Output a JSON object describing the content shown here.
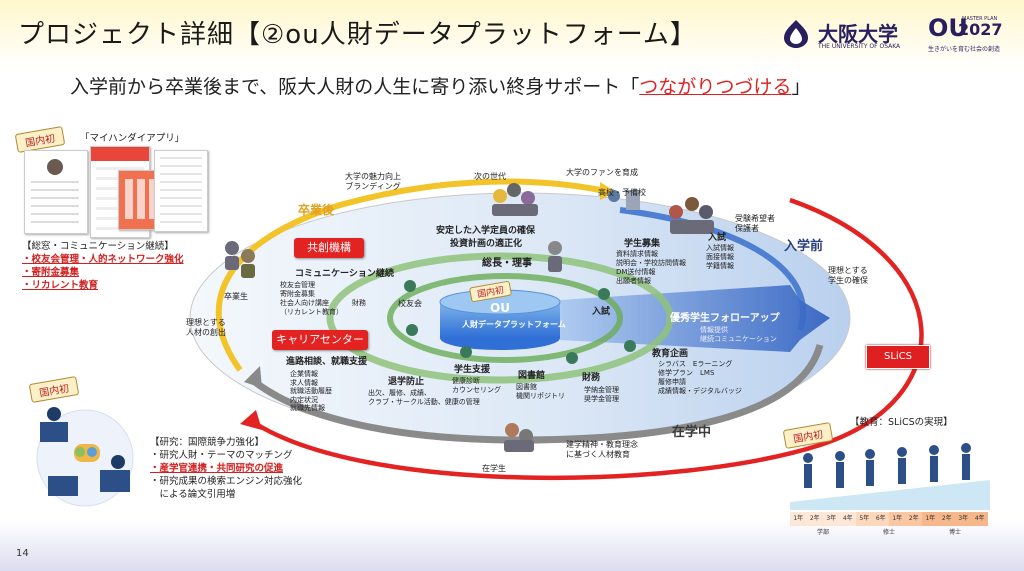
{
  "header": {
    "title": "プロジェクト詳細【②ou人財データプラットフォーム】",
    "logo_name": "大阪大学",
    "logo_sub": "THE UNIVERSITY OF OSAKA",
    "plan_mark": "OU",
    "plan_year": "2027",
    "plan_label": "MASTER PLAN",
    "plan_sub": "生きがいを育む社会の創造"
  },
  "tagline": {
    "prefix": "入学前から卒業後まで、阪大人財の人生に寄り添い終身サポート「",
    "highlight": "つながりつづける",
    "suffix": "」"
  },
  "page_number": "14",
  "left_top": {
    "badge": "国内初",
    "app_label": "「マイハンダイアプリ」",
    "heading": "【総窓・コミュニケーション継続】",
    "items": [
      "・校友会管理・人的ネットワーク強化",
      "・寄附金募集",
      "・リカレント教育"
    ]
  },
  "left_bottom": {
    "badge": "国内初",
    "heading": "【研究：国際競争力強化】",
    "items": [
      "・研究人財・テーマのマッチング",
      "・産学官連携・共同研究の促進",
      "・研究成果の検索エンジン対応強化",
      "　による論文引用増"
    ]
  },
  "right_bottom": {
    "badge": "国内初",
    "heading": "【教育：SLiCSの実現】",
    "years": [
      "1年",
      "2年",
      "3年",
      "4年",
      "5年",
      "6年",
      "1年",
      "2年",
      "1年",
      "2年",
      "3年",
      "4年"
    ],
    "stages": [
      "学部",
      "修士",
      "博士"
    ]
  },
  "diagram": {
    "center_title": "OU",
    "center_sub": "人財データプラットフォーム",
    "center_badge": "国内初",
    "phase_grad": "卒業後",
    "phase_pre": "入学前",
    "phase_now": "在学中",
    "kyoso": "共創機構",
    "career": "キャリアセンター",
    "slics": "SLiCS",
    "top_attract": "大学の魅力向上\nブランディング",
    "top_next": "次の世代",
    "top_fans": "大学のファンを育成",
    "top_school": "高校・予備校",
    "top_applicants": "受験希望者\n保護者",
    "pre_ideal": "理想とする\n学生の確保",
    "secure": "安定した入学定員の確保",
    "plan": "投資計画の適正化",
    "president": "総長・理事",
    "recruit": "学生募集",
    "recruit_items": "資料請求情報\n説明会・学校訪問情報\nDM送付情報\n出願者情報",
    "admission": "入試",
    "admission_items": "入試情報\n面接情報\n学籍情報",
    "admission2": "入試",
    "follow": "優秀学生フォローアップ",
    "follow_items": "情報提供\n継続コミュニケーション",
    "comm": "コミュニケーション継続",
    "comm_items": "校友会管理\n寄附金募集\n社会人向け講座\n（リカレント教育）",
    "finance": "財務",
    "alumni_assoc": "校友会",
    "graduates": "卒業生",
    "ideal_out": "理想とする\n人材の創出",
    "career_items": "進路相談、就職支援",
    "career_list": "企業情報\n求人情報\n就職活動履歴\n内定状況\n就職先情報",
    "dropout": "退学防止",
    "dropout_items": "出欠、履修、成績、\nクラブ・サークル活動、健康の管理",
    "support": "学生支援",
    "support_items": "健康診断\nカウンセリング",
    "library": "図書館",
    "library_items": "図書館\n機関リポジトリ",
    "finance2": "財務",
    "finance2_items": "学納金管理\n奨学金管理",
    "edu": "教育企画",
    "edu_items": "シラバス　Eラーニング\n修学プラン　LMS\n履修申請\n成績情報・デジタルバッジ",
    "enrolled": "在学生",
    "founding": "建学精神・教育理念\nに基づく人材教育"
  },
  "colors": {
    "accent_red": "#e32222",
    "navy": "#2a1f5e",
    "blue": "#2f6fd6",
    "green": "#5aa040",
    "yellow": "#f2c42a"
  }
}
